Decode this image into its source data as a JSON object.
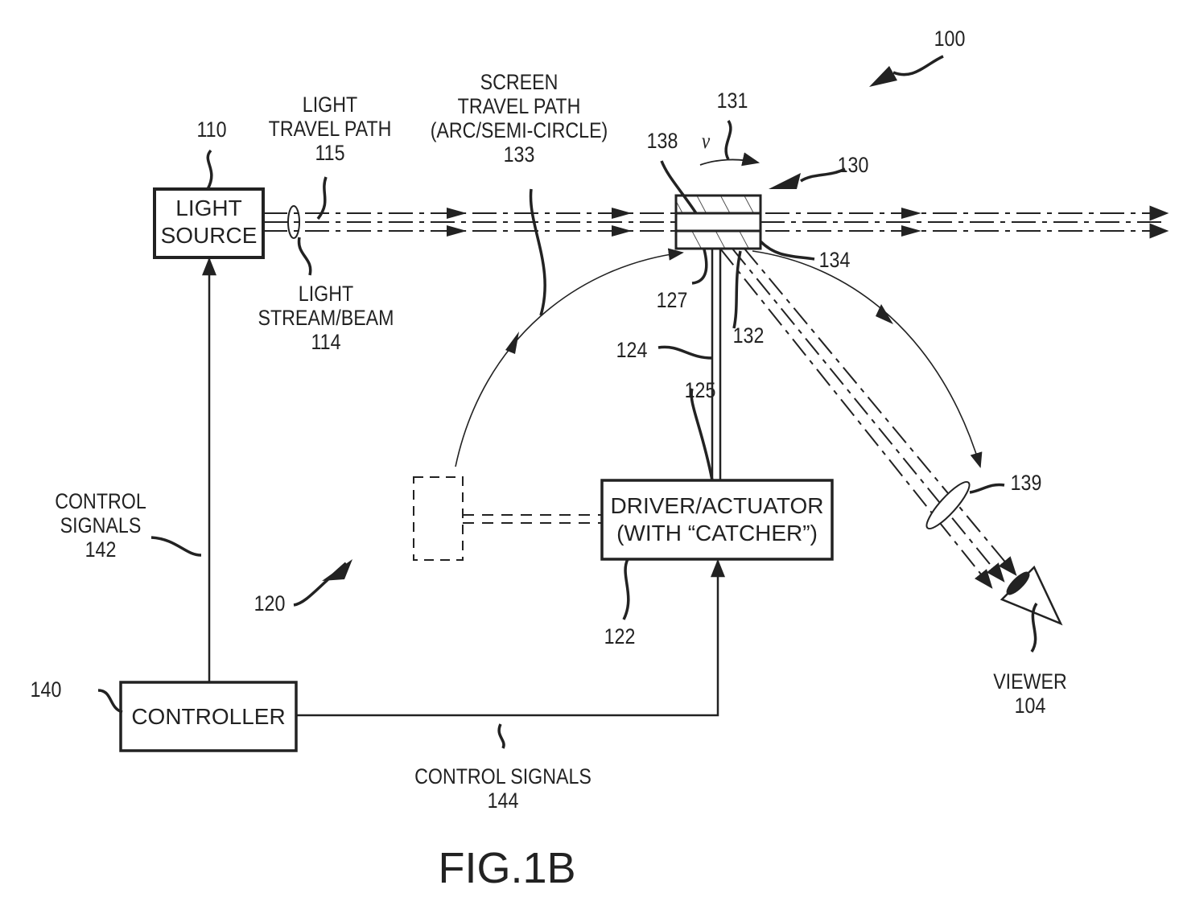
{
  "figure": {
    "title": "FIG.1B",
    "system_ref": "100"
  },
  "components": {
    "light_source": {
      "label": "LIGHT\nSOURCE",
      "ref": "110"
    },
    "driver_actuator": {
      "label": "DRIVER/ACTUATOR\n(WITH “CATCHER”)",
      "ref": "122"
    },
    "controller": {
      "label": "CONTROLLER",
      "ref": "140"
    },
    "screen_assembly": {
      "ref": "130"
    },
    "viewer": {
      "label": "VIEWER",
      "ref": "104"
    }
  },
  "labels": {
    "light_travel_path": {
      "text": "LIGHT\nTRAVEL PATH\n115"
    },
    "light_stream_beam": {
      "text": "LIGHT\nSTREAM/BEAM\n114"
    },
    "screen_travel_path": {
      "text": "SCREEN\nTRAVEL PATH\n(ARC/SEMI-CIRCLE)\n133"
    },
    "control_signals_142": {
      "text": "CONTROL\nSIGNALS\n142"
    },
    "control_signals_144": {
      "text": "CONTROL SIGNALS\n144"
    },
    "viewer": {
      "text": "VIEWER\n104"
    },
    "velocity": {
      "text": "ν"
    }
  },
  "reference_numerals": {
    "r100": "100",
    "r110": "110",
    "r120": "120",
    "r122": "122",
    "r124": "124",
    "r125": "125",
    "r127": "127",
    "r130": "130",
    "r131": "131",
    "r132": "132",
    "r134": "134",
    "r138": "138",
    "r139": "139",
    "r140": "140"
  },
  "colors": {
    "ink": "#222222",
    "background": "#ffffff"
  }
}
